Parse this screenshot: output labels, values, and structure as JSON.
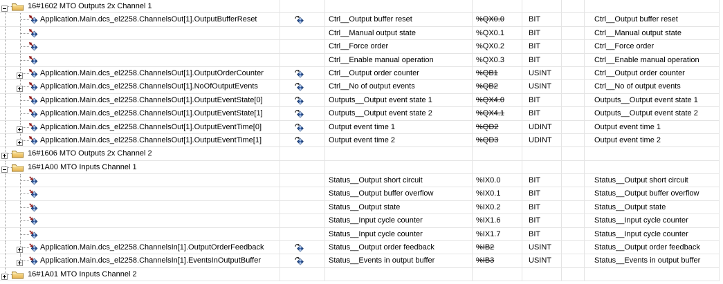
{
  "colors": {
    "grid": "#e4e4e4",
    "tree_dots": "#9a9a9a",
    "diamond_dark": "#2c5396",
    "diamond_light": "#a6c0e8",
    "diamond_outline": "#13315e",
    "arrow_red": "#8c1b1b",
    "folder_light": "#f9e49c",
    "folder_dark": "#e8b552",
    "folder_outline": "#9c7a2c",
    "text": "#000000"
  },
  "icons": {
    "legend": {
      "expand_minus": "collapse-toggle",
      "expand_plus": "expand-toggle",
      "folder": "pdo-folder-icon",
      "output_diamond": "output-channel-icon",
      "input_diamond": "input-channel-icon",
      "mapping_diamond": "mapped-to-existing-variable-icon"
    }
  },
  "table": {
    "rows": [
      {
        "kind": "folder",
        "expand": "minus",
        "variable": "16#1602 MTO Outputs 2x Channel 1"
      },
      {
        "kind": "output",
        "expand": "none",
        "variable": "Application.Main.dcs_el2258.ChannelsOut[1].OutputBufferReset",
        "mapped": true,
        "channel": "Ctrl__Output buffer reset",
        "address": "%QX0.0",
        "address_struck": true,
        "type": "BIT",
        "description": "Ctrl__Output buffer reset"
      },
      {
        "kind": "output",
        "expand": "none",
        "variable": "",
        "mapped": false,
        "channel": "Ctrl__Manual output state",
        "address": "%QX0.1",
        "address_struck": false,
        "type": "BIT",
        "description": "Ctrl__Manual output state"
      },
      {
        "kind": "output",
        "expand": "none",
        "variable": "",
        "mapped": false,
        "channel": "Ctrl__Force order",
        "address": "%QX0.2",
        "address_struck": false,
        "type": "BIT",
        "description": "Ctrl__Force order"
      },
      {
        "kind": "output",
        "expand": "none",
        "variable": "",
        "mapped": false,
        "channel": "Ctrl__Enable manual operation",
        "address": "%QX0.3",
        "address_struck": false,
        "type": "BIT",
        "description": "Ctrl__Enable manual operation"
      },
      {
        "kind": "output",
        "expand": "plus",
        "variable": "Application.Main.dcs_el2258.ChannelsOut[1].OutputOrderCounter",
        "mapped": true,
        "channel": "Ctrl__Output order counter",
        "address": "%QB1",
        "address_struck": true,
        "type": "USINT",
        "description": "Ctrl__Output order counter"
      },
      {
        "kind": "output",
        "expand": "plus",
        "variable": "Application.Main.dcs_el2258.ChannelsOut[1].NoOfOutputEvents",
        "mapped": true,
        "channel": "Ctrl__No of output events",
        "address": "%QB2",
        "address_struck": true,
        "type": "USINT",
        "description": "Ctrl__No of output events"
      },
      {
        "kind": "output",
        "expand": "none",
        "variable": "Application.Main.dcs_el2258.ChannelsOut[1].OutputEventState[0]",
        "mapped": true,
        "channel": "Outputs__Output event state 1",
        "address": "%QX4.0",
        "address_struck": true,
        "type": "BIT",
        "description": "Outputs__Output event state 1"
      },
      {
        "kind": "output",
        "expand": "none",
        "variable": "Application.Main.dcs_el2258.ChannelsOut[1].OutputEventState[1]",
        "mapped": true,
        "channel": "Outputs__Output event state 2",
        "address": "%QX4.1",
        "address_struck": true,
        "type": "BIT",
        "description": "Outputs__Output event state 2"
      },
      {
        "kind": "output",
        "expand": "plus",
        "variable": "Application.Main.dcs_el2258.ChannelsOut[1].OutputEventTime[0]",
        "mapped": true,
        "channel": "Output event time 1",
        "address": "%QD2",
        "address_struck": true,
        "type": "UDINT",
        "description": "Output event time 1"
      },
      {
        "kind": "output",
        "expand": "plus",
        "variable": "Application.Main.dcs_el2258.ChannelsOut[1].OutputEventTime[1]",
        "mapped": true,
        "channel": "Output event time 2",
        "address": "%QD3",
        "address_struck": true,
        "type": "UDINT",
        "description": "Output event time 2"
      },
      {
        "kind": "folder",
        "expand": "plus",
        "variable": "16#1606 MTO Outputs 2x Channel 2"
      },
      {
        "kind": "folder",
        "expand": "minus",
        "variable": "16#1A00 MTO Inputs Channel 1"
      },
      {
        "kind": "input",
        "expand": "none",
        "variable": "",
        "mapped": false,
        "channel": "Status__Output short circuit",
        "address": "%IX0.0",
        "address_struck": false,
        "type": "BIT",
        "description": "Status__Output short circuit"
      },
      {
        "kind": "input",
        "expand": "none",
        "variable": "",
        "mapped": false,
        "channel": "Status__Output buffer overflow",
        "address": "%IX0.1",
        "address_struck": false,
        "type": "BIT",
        "description": "Status__Output buffer overflow"
      },
      {
        "kind": "input",
        "expand": "none",
        "variable": "",
        "mapped": false,
        "channel": "Status__Output state",
        "address": "%IX0.2",
        "address_struck": false,
        "type": "BIT",
        "description": "Status__Output state"
      },
      {
        "kind": "input",
        "expand": "none",
        "variable": "",
        "mapped": false,
        "channel": "Status__Input cycle counter",
        "address": "%IX1.6",
        "address_struck": false,
        "type": "BIT",
        "description": "Status__Input cycle counter"
      },
      {
        "kind": "input",
        "expand": "none",
        "variable": "",
        "mapped": false,
        "channel": "Status__Input cycle counter",
        "address": "%IX1.7",
        "address_struck": false,
        "type": "BIT",
        "description": "Status__Input cycle counter"
      },
      {
        "kind": "input",
        "expand": "plus",
        "variable": "Application.Main.dcs_el2258.ChannelsIn[1].OutputOrderFeedback",
        "mapped": true,
        "channel": "Status__Output order feedback",
        "address": "%IB2",
        "address_struck": true,
        "type": "USINT",
        "description": "Status__Output order feedback"
      },
      {
        "kind": "input",
        "expand": "plus",
        "variable": "Application.Main.dcs_el2258.ChannelsIn[1].EventsInOutputBuffer",
        "mapped": true,
        "channel": "Status__Events in output buffer",
        "address": "%IB3",
        "address_struck": true,
        "type": "USINT",
        "description": "Status__Events in output buffer"
      },
      {
        "kind": "folder",
        "expand": "plus",
        "variable": "16#1A01 MTO Inputs Channel 2"
      }
    ]
  }
}
